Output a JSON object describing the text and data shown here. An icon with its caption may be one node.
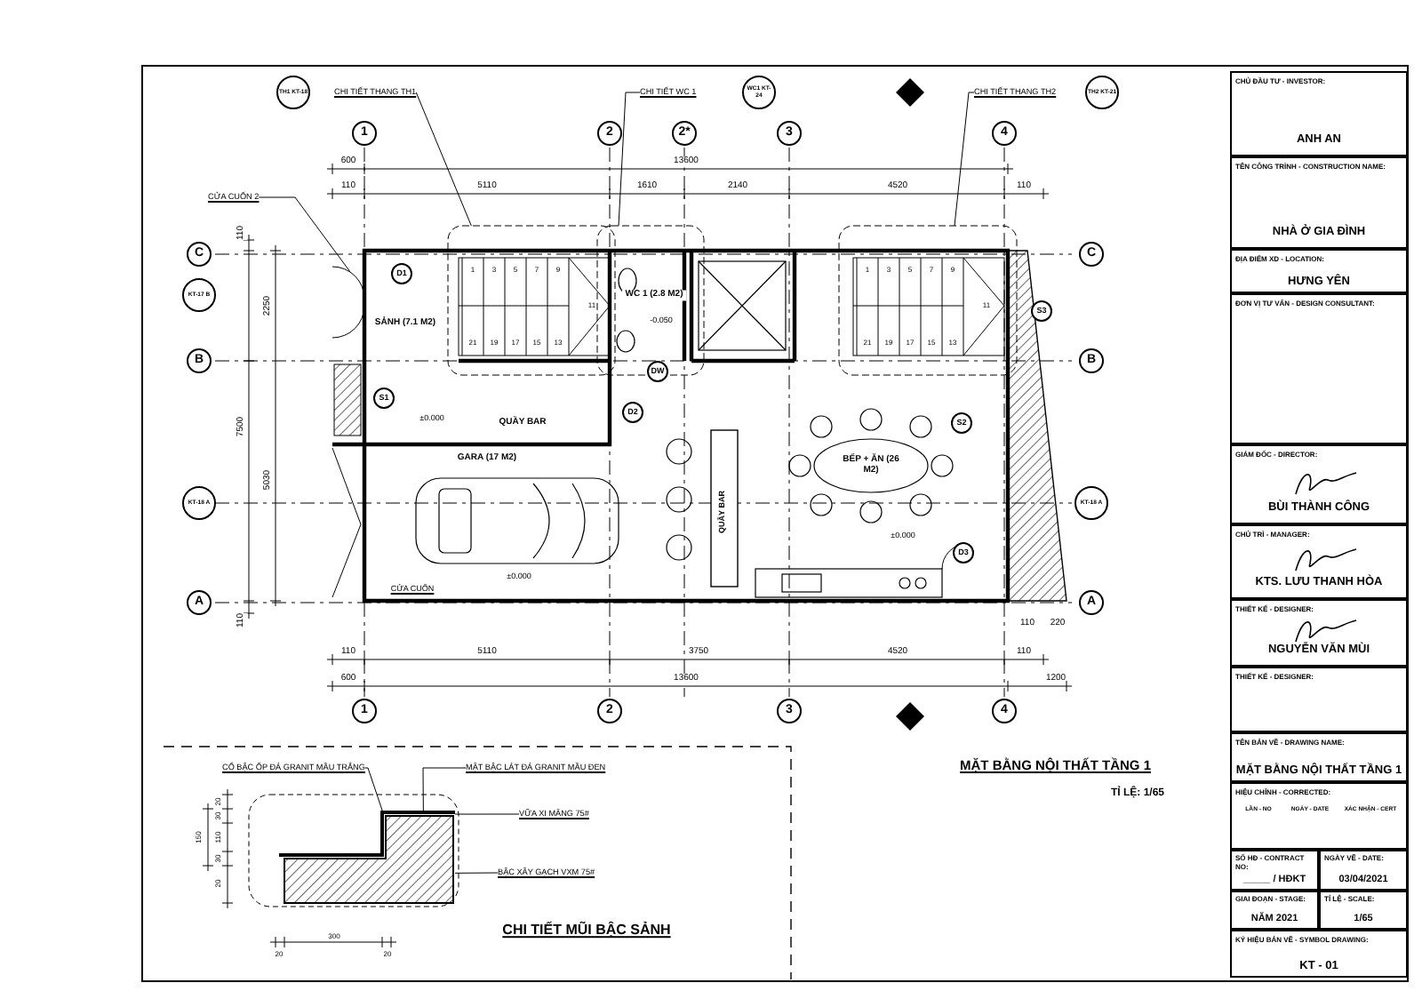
{
  "diagram": {
    "title": "MẶT BẰNG NỘI THẤT TẦNG 1",
    "nodes": [
      {
        "text": [
          "CHI TIẾT THANG TH1"
        ]
      },
      {
        "text": [
          "CHI TIẾT WC 1"
        ]
      },
      {
        "text": [
          "CHI TIẾT THANG TH2"
        ]
      },
      {
        "text": [
          "CỬA CUỐN 2"
        ]
      },
      {
        "text": [
          "CỔ BẬC ỐP ĐÁ GRANIT MẦU TRẮNG"
        ]
      },
      {
        "text": [
          "MẶT BẬC LÁT ĐÁ GRANIT MẦU ĐEN"
        ]
      },
      {
        "text": [
          "VỮA XI MĂNG 75#"
        ]
      },
      {
        "text": [
          "BẬC XÂY GẠCH VXM 75#"
        ]
      },
      {
        "text": [
          "CHỦ ĐẦU TƯ - INVESTOR:",
          "ANH AN"
        ]
      },
      {
        "text": [
          "TÊN CÔNG TRÌNH - CONSTRUCTION NAME:",
          "NHÀ Ở GIA ĐÌNH"
        ]
      },
      {
        "text": [
          "ĐỊA ĐIỂM XD - LOCATION:",
          "HƯNG YÊN"
        ]
      },
      {
        "text": [
          "ĐƠN VỊ TƯ VẤN - DESIGN CONSULTANT:"
        ]
      },
      {
        "text": [
          "GIÁM ĐỐC - DIRECTOR:",
          "BÙI THÀNH CÔNG"
        ]
      },
      {
        "text": [
          "CHỦ TRÌ - MANAGER:",
          "KTS. LƯU THANH HÒA"
        ]
      },
      {
        "text": [
          "THIẾT KẾ - DESIGNER:",
          "NGUYỄN VĂN MÙI"
        ]
      },
      {
        "text": [
          "THIẾT KẾ - DESIGNER:"
        ]
      },
      {
        "text": [
          "TÊN BẢN VẼ - DRAWING NAME:",
          "MẶT BẰNG NỘI THẤT TẦNG 1"
        ]
      },
      {
        "text": [
          "HIỆU CHỈNH - CORRECTED:"
        ]
      },
      {
        "text": [
          "SỐ HĐ - CONTRACT NO:",
          "_____ / HĐKT"
        ]
      },
      {
        "text": [
          "NGÀY VẼ - DATE:",
          "03/04/2021"
        ]
      },
      {
        "text": [
          "GIAI ĐOẠN - STAGE:",
          "NĂM 2021"
        ]
      },
      {
        "text": [
          "TỈ LỆ - SCALE:",
          "1/65"
        ]
      },
      {
        "text": [
          "KÝ HIỆU BẢN VẼ - SYMBOL DRAWING:",
          "KT - 01"
        ]
      },
      {
        "text": [],
        "shape": "box"
      },
      {
        "text": [],
        "shape": "box"
      },
      {
        "text": [],
        "shape": "box"
      },
      {
        "text": [],
        "shape": "picture"
      },
      {
        "text": [],
        "shape": "picture"
      }
    ],
    "edges": [
      {
        "from": 0,
        "to": 23,
        "arrow": "none"
      },
      {
        "from": 1,
        "to": 24,
        "arrow": "none"
      },
      {
        "from": 2,
        "to": 25,
        "arrow": "none"
      },
      {
        "from": 3,
        "to": 26,
        "arrow": "none"
      },
      {
        "from": 4,
        "to": 27,
        "arrow": "none"
      },
      {
        "from": 5,
        "to": 27,
        "arrow": "none"
      },
      {
        "from": 6,
        "to": 27,
        "arrow": "none"
      },
      {
        "from": 7,
        "to": 27,
        "arrow": "none"
      }
    ],
    "labels": [
      "TH1 KT-18",
      "WC1 KT-24",
      "TH2 KT-21",
      "1",
      "2",
      "2*",
      "3",
      "4",
      "600",
      "13600",
      "110",
      "5110",
      "1610",
      "2140",
      "4520",
      "110",
      "C",
      "KT-17 B",
      "B",
      "KT-18 A",
      "A",
      "110",
      "2250",
      "7500",
      "5030",
      "110",
      "C",
      "B",
      "KT-18 A",
      "A",
      "D1",
      "SẢNH (7.1 M2)",
      "1",
      "3",
      "5",
      "7",
      "9",
      "11",
      "21",
      "19",
      "17",
      "15",
      "13",
      "1",
      "3",
      "5",
      "7",
      "9",
      "11",
      "21",
      "19",
      "17",
      "15",
      "13",
      "WC 1 (2.8 M2)",
      "-0.050",
      "DW",
      "S3",
      "S1",
      "±0.000",
      "QUẦY BAR",
      "D2",
      "S2",
      "GARA (17 M2)",
      "QUẦY BAR",
      "BẾP + ĂN (26 M2)",
      "±0.000",
      "D3",
      "±0.000",
      "CỬA CUỐN",
      "110",
      "220",
      "110",
      "5110",
      "3750",
      "4520",
      "110",
      "600",
      "13600",
      "1200",
      "1",
      "2",
      "3",
      "4",
      "TỈ LỆ: 1/65",
      "CHI TIẾT MŨI BẬC SẢNH",
      "20",
      "30",
      "150",
      "110",
      "30",
      "20",
      "20",
      "300",
      "20",
      "LẦN - NO",
      "NGÀY - DATE",
      "XÁC NHẬN - CERT"
    ]
  }
}
